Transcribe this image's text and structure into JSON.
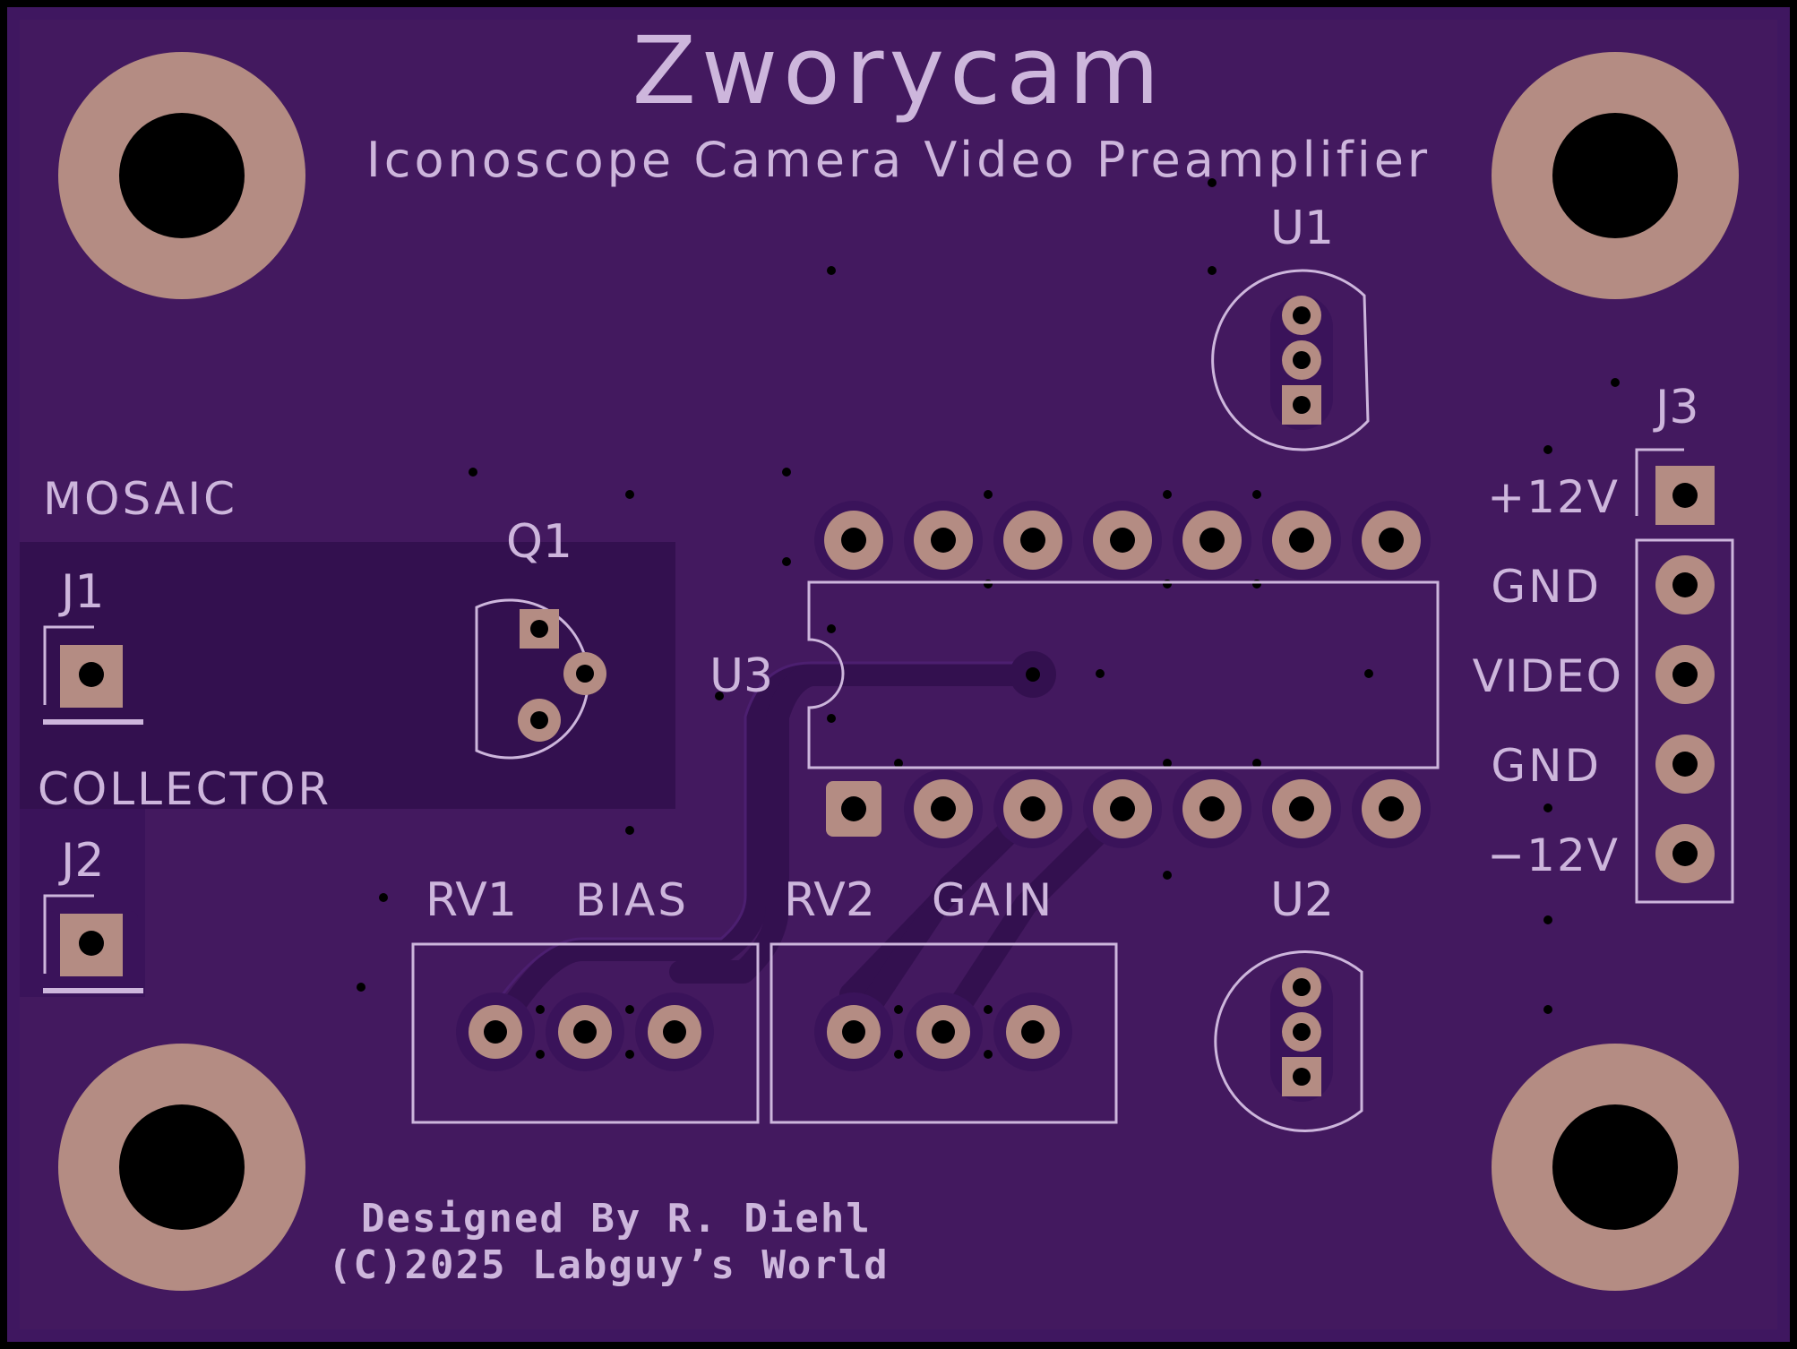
{
  "board": {
    "title": "Zworycam",
    "subtitle": "Iconoscope Camera Video Preamplifier",
    "credit_line1": "Designed By R. Diehl",
    "credit_line2": "(C)2025 Labguy’s World"
  },
  "labels": {
    "mosaic": "MOSAIC",
    "collector": "COLLECTOR",
    "bias": "BIAS",
    "gain": "GAIN"
  },
  "refdes": {
    "u1": "U1",
    "u2": "U2",
    "u3": "U3",
    "q1": "Q1",
    "j1": "J1",
    "j2": "J2",
    "j3": "J3",
    "rv1": "RV1",
    "rv2": "RV2"
  },
  "j3_pins": {
    "p1": "+12V",
    "p2": "GND",
    "p3": "VIDEO",
    "p4": "GND",
    "p5": "−12V"
  },
  "colors": {
    "board": "#3f1760",
    "board_dark": "#33104f",
    "copper_pad": "#b48c83",
    "silkscreen": "#cdb6dc",
    "drill": "#000000"
  }
}
